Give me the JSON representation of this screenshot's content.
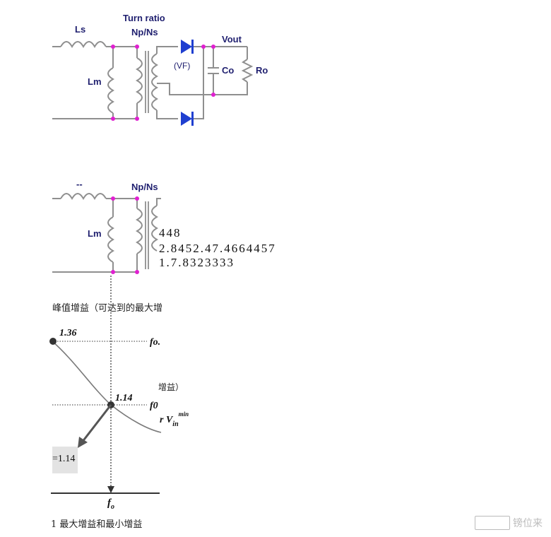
{
  "circuit_top": {
    "ls": "Ls",
    "lm": "Lm",
    "turn_ratio": "Turn ratio",
    "np_ns": "Np/Ns",
    "vf": "(VF)",
    "vout": "Vout",
    "co": "Co",
    "ro": "Ro"
  },
  "circuit_second": {
    "ls_partial": "--",
    "lm": "Lm",
    "np_ns": "Np/Ns"
  },
  "overlay_numbers": {
    "line1": "448",
    "line2": "2.8452.47.4664457",
    "line3": "1.7.8323333"
  },
  "gain_chart": {
    "caption_top": "峰值增益（可达到的最大增",
    "peak_value": "1.36",
    "peak_label": "fo.",
    "min_value": "1.14",
    "min_label": "f0",
    "side_label": "增益）",
    "vin_label": "r V",
    "vin_sub": "in",
    "vin_sup": "min",
    "box_label": "=1.14",
    "x_axis_label": "f",
    "x_axis_sub": "o",
    "caption_bottom": "1 最大增益和最小增益"
  },
  "watermark": {
    "text": "镑位来"
  },
  "colors": {
    "wire": "#8f8f8f",
    "node": "#e020d0",
    "diode": "#1f3fd0",
    "label": "#1f1f6f",
    "curve": "#7a7a7a"
  }
}
